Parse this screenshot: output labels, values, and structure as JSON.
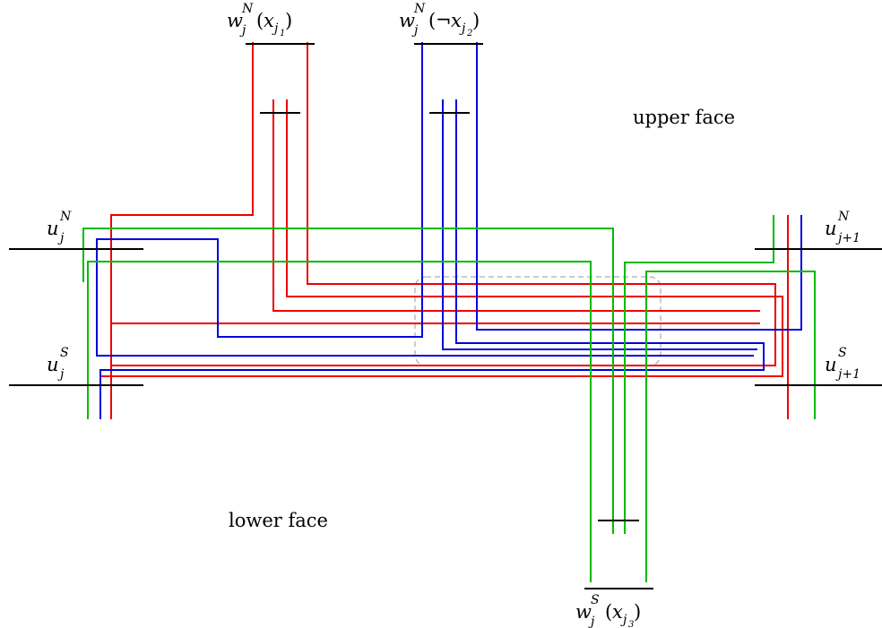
{
  "colors": {
    "red": "#ee0000",
    "blue": "#0000dd",
    "green": "#00bb00",
    "black": "#000000",
    "dashed": "#9a9a9a"
  },
  "labels": {
    "upper_face": "upper face",
    "lower_face": "lower face",
    "w_n_x1": {
      "base": "w",
      "sub": "j",
      "sup": "N",
      "open": "(",
      "var": "x",
      "vsub": "j",
      "vsub2": "1",
      "close": ")"
    },
    "w_n_notx2": {
      "base": "w",
      "sub": "j",
      "sup": "N",
      "open": "(",
      "neg": "¬",
      "var": "x",
      "vsub": "j",
      "vsub2": "2",
      "close": ")"
    },
    "w_s_x3": {
      "base": "w",
      "sub": "j",
      "sup": "S",
      "open": "(",
      "var": "x",
      "vsub": "j",
      "vsub2": "3",
      "close": ")"
    },
    "u_n_j": {
      "base": "u",
      "sub": "j",
      "sup": "N"
    },
    "u_s_j": {
      "base": "u",
      "sub": "j",
      "sup": "S"
    },
    "u_n_j1": {
      "base": "u",
      "sub": "j+1",
      "sup": "N"
    },
    "u_s_j1": {
      "base": "u",
      "sub": "j+1",
      "sup": "S"
    }
  }
}
